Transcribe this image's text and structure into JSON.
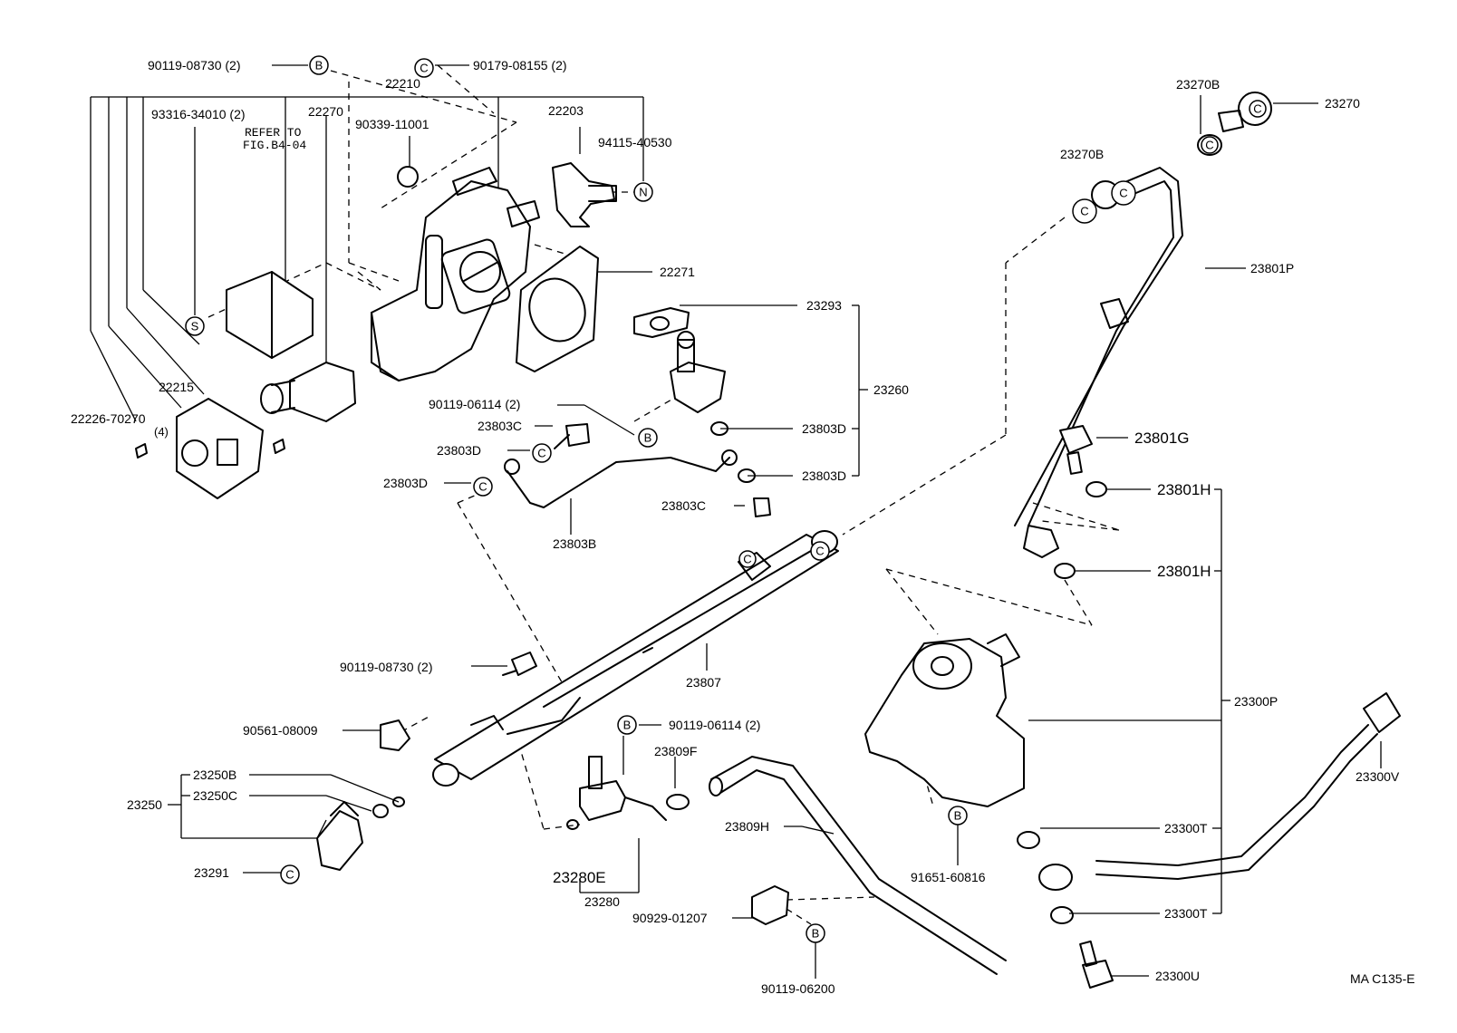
{
  "labels": {
    "p_90119_08730_top": "90119-08730 (2)",
    "p_90179_08155": "90179-08155 (2)",
    "p_22210": "22210",
    "p_93316_34010": "93316-34010 (2)",
    "p_22270": "22270",
    "p_90339_11001": "90339-11001",
    "p_22203": "22203",
    "p_94115_40530": "94115-40530",
    "p_refer_to": "REFER TO",
    "p_fig_b4_04": "FIG.B4-04",
    "p_22271": "22271",
    "p_23293": "23293",
    "p_23260": "23260",
    "p_22215": "22215",
    "p_22226_70270": "22226-70270",
    "p_22226_qty": "(4)",
    "p_90119_06114_a": "90119-06114 (2)",
    "p_23803C_a": "23803C",
    "p_23803D_a": "23803D",
    "p_23803D_b": "23803D",
    "p_23803D_c": "23803D",
    "p_23803D_d": "23803D",
    "p_23803C_b": "23803C",
    "p_23803B": "23803B",
    "p_23270B_a": "23270B",
    "p_23270": "23270",
    "p_23270B_b": "23270B",
    "p_23801P": "23801P",
    "p_23801G": "23801G",
    "p_23801H_a": "23801H",
    "p_23801H_b": "23801H",
    "p_23807": "23807",
    "p_90119_08730_mid": "90119-08730 (2)",
    "p_90561_08009": "90561-08009",
    "p_90119_06114_b": "90119-06114 (2)",
    "p_23809F": "23809F",
    "p_23300P": "23300P",
    "p_23300V": "23300V",
    "p_23250B": "23250B",
    "p_23250": "23250",
    "p_23250C": "23250C",
    "p_23809H": "23809H",
    "p_91651_60816": "91651-60816",
    "p_23300T_a": "23300T",
    "p_23300T_b": "23300T",
    "p_23291": "23291",
    "p_23280E": "23280E",
    "p_23280": "23280",
    "p_90929_01207": "90929-01207",
    "p_23300U": "23300U",
    "p_90119_06200": "90119-06200",
    "fig_code": "MA C135-E"
  },
  "callouts": {
    "b": "B",
    "s": "S",
    "n": "N",
    "c": "C"
  }
}
